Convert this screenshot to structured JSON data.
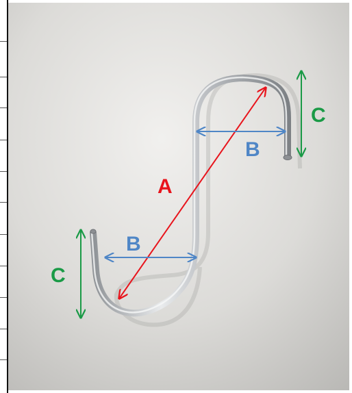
{
  "labels": {
    "a": "A",
    "b_top": "B",
    "b_bottom": "B",
    "c_top": "C",
    "c_bottom": "C"
  },
  "colors": {
    "a": "#e8141c",
    "b": "#4f86c6",
    "c": "#1a9a46",
    "hook": "#b9bcc0",
    "background": "#d9d8d5"
  }
}
